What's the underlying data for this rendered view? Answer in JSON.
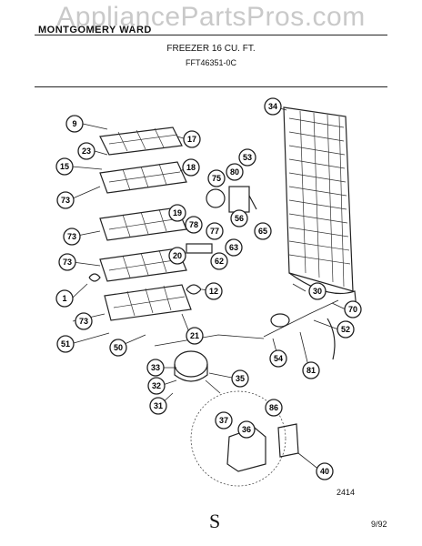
{
  "watermark": "AppliancePartsPros.com",
  "header": {
    "brand": "MONTGOMERY WARD",
    "title": "FREEZER 16 CU. FT.",
    "model": "FFT46351-0C"
  },
  "footer": {
    "page_number": "2414",
    "date": "9/92",
    "mark": "S"
  },
  "callouts": [
    "9",
    "23",
    "17",
    "15",
    "18",
    "73",
    "75",
    "80",
    "53",
    "34",
    "19",
    "77",
    "56",
    "78",
    "65",
    "73",
    "63",
    "20",
    "62",
    "73",
    "1",
    "12",
    "30",
    "70",
    "73",
    "21",
    "52",
    "51",
    "50",
    "54",
    "81",
    "33",
    "35",
    "32",
    "31",
    "37",
    "36",
    "86",
    "40"
  ]
}
